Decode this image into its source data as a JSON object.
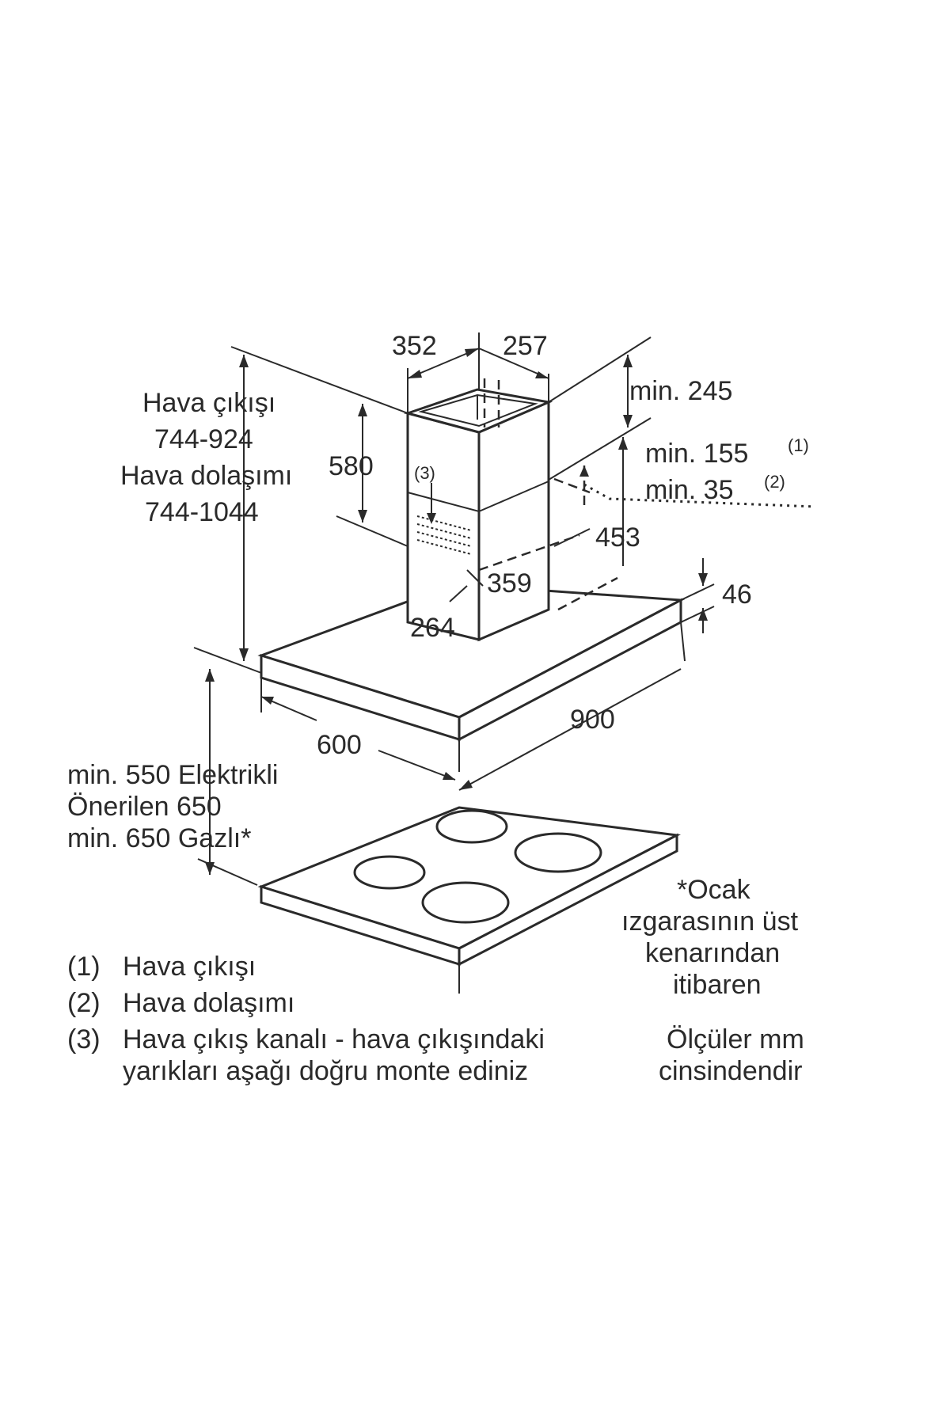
{
  "dimensions": {
    "chimney_width": "352",
    "chimney_depth": "257",
    "min_245": "min. 245",
    "min_155": "min. 155",
    "min_155_ref": "(1)",
    "min_35": "min. 35",
    "min_35_ref": "(2)",
    "chimney_height": "580",
    "d453": "453",
    "d359": "359",
    "d264": "264",
    "d46": "46",
    "d900": "900",
    "d600": "600",
    "callout_3": "(3)"
  },
  "left_labels": {
    "outlet_title": "Hava çıkışı",
    "outlet_range": "744-924",
    "circ_title": "Hava dolaşımı",
    "circ_range": "744-1044"
  },
  "clearance": {
    "line1": "min. 550 Elektrikli",
    "line2": "Önerilen 650",
    "line3": "min. 650 Gazlı*"
  },
  "note_right": {
    "line1": "*Ocak",
    "line2": "ızgarasının üst",
    "line3": "kenarından",
    "line4": "itibaren"
  },
  "legend": {
    "item1_num": "(1)",
    "item1_text": "Hava çıkışı",
    "item2_num": "(2)",
    "item2_text": "Hava dolaşımı",
    "item3_num": "(3)",
    "item3_text_line1": "Hava çıkış kanalı - hava çıkışındaki",
    "item3_text_line2": "yarıkları aşağı doğru monte ediniz"
  },
  "units_note": {
    "line1": "Ölçüler mm",
    "line2": "cinsindendir"
  }
}
